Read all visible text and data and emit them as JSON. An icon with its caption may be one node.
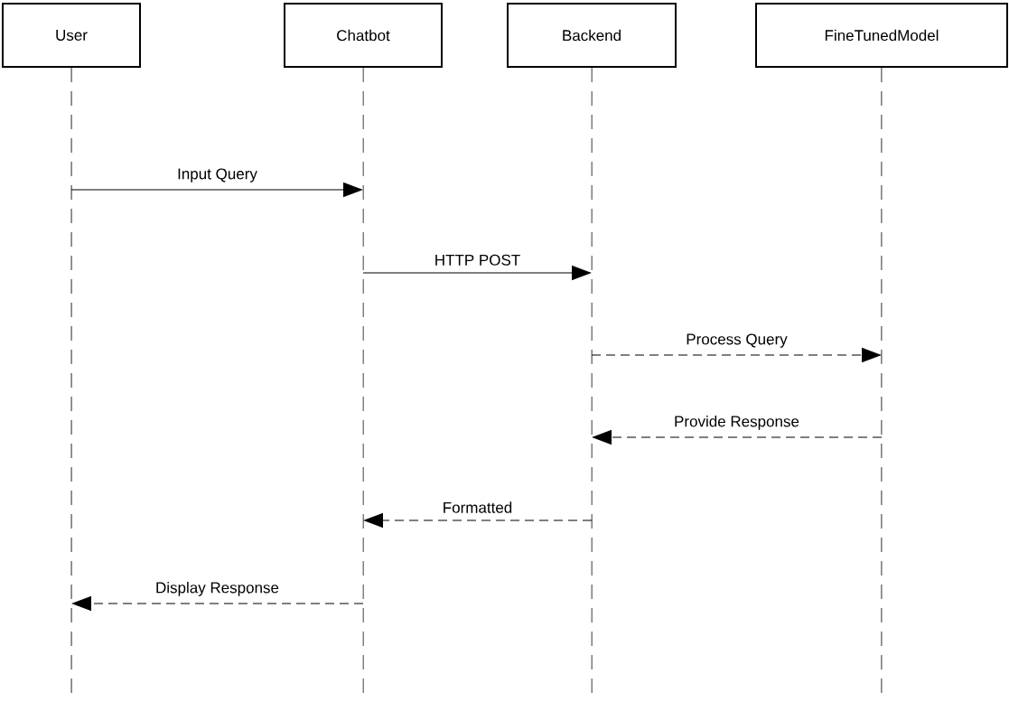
{
  "diagram": {
    "nodes": [
      {
        "text": [
          "User"
        ]
      },
      {
        "text": [
          "Chatbot"
        ]
      },
      {
        "text": [
          "Backend"
        ]
      },
      {
        "text": [
          "FineTunedModel"
        ]
      }
    ],
    "edges": [
      {
        "from": 0,
        "to": 1,
        "arrow": "to",
        "label": "Input Query"
      },
      {
        "from": 1,
        "to": 2,
        "arrow": "to",
        "label": "HTTP POST"
      },
      {
        "from": 2,
        "to": 3,
        "arrow": "to",
        "label": "Process Query",
        "style": "dashed"
      },
      {
        "from": 3,
        "to": 2,
        "arrow": "to",
        "label": "Provide Response",
        "style": "dashed"
      },
      {
        "from": 2,
        "to": 1,
        "arrow": "to",
        "label": "Formatted",
        "style": "dashed"
      },
      {
        "from": 1,
        "to": 0,
        "arrow": "to",
        "label": "Display Response",
        "style": "dashed"
      }
    ]
  }
}
